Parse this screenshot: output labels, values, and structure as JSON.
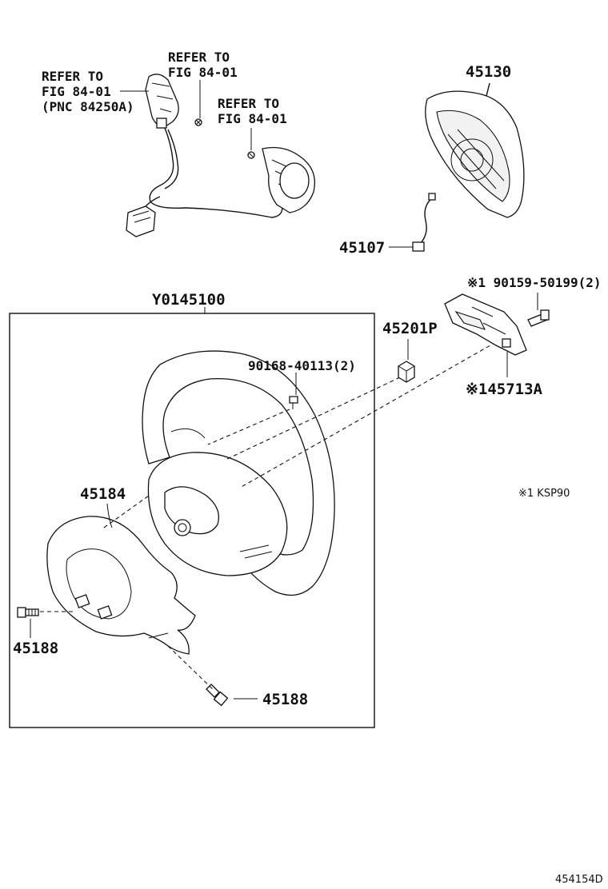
{
  "labels": {
    "ref1": [
      "REFER TO",
      "FIG 84-01",
      "(PNC 84250A)"
    ],
    "ref2": [
      "REFER TO",
      "FIG 84-01"
    ],
    "ref3": [
      "REFER TO",
      "FIG 84-01"
    ],
    "p45130": "45130",
    "p45107": "45107",
    "p90159": "※1 90159-50199(2)",
    "pY0145100": "Y0145100",
    "p45201P": "45201P",
    "p90168": "90168-40113(2)",
    "p45713A": "※145713A",
    "note": "※1 KSP90",
    "p45184": "45184",
    "p45188a": "45188",
    "p45188b": "45188",
    "diagram_code": "454154D"
  }
}
